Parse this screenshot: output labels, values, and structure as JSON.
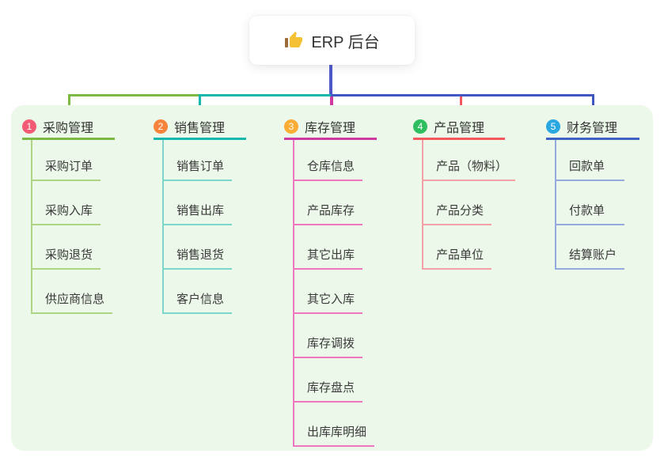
{
  "root": {
    "label": "ERP 后台",
    "icon": "thumbs-up-icon"
  },
  "connectors": {
    "root_line_color": "#4E57C6",
    "segment_colors": [
      "#7CBA43",
      "#14B7AD",
      "#4157C0"
    ]
  },
  "panel": {
    "background_color": "#ECF8E9"
  },
  "branches": [
    {
      "badge": "1",
      "badge_color": "#F25B73",
      "line_color": "#7CBA43",
      "child_line_color": "#AED584",
      "title": "采购管理",
      "children": [
        "采购订单",
        "采购入库",
        "采购退货",
        "供应商信息"
      ]
    },
    {
      "badge": "2",
      "badge_color": "#F8833B",
      "line_color": "#14B7AD",
      "child_line_color": "#7DD5CB",
      "title": "销售管理",
      "children": [
        "销售订单",
        "销售出库",
        "销售退货",
        "客户信息"
      ]
    },
    {
      "badge": "3",
      "badge_color": "#FBAC33",
      "line_color": "#CF39A1",
      "child_line_color": "#EF77BF",
      "title": "库存管理",
      "children": [
        "仓库信息",
        "产品库存",
        "其它出库",
        "其它入库",
        "库存调拨",
        "库存盘点",
        "出库库明细"
      ]
    },
    {
      "badge": "4",
      "badge_color": "#2FBE5F",
      "line_color": "#F4585E",
      "child_line_color": "#F5A0A4",
      "title": "产品管理",
      "children": [
        "产品（物料）",
        "产品分类",
        "产品单位"
      ]
    },
    {
      "badge": "5",
      "badge_color": "#29A7E1",
      "line_color": "#3E63C4",
      "child_line_color": "#94A9DD",
      "title": "财务管理",
      "children": [
        "回款单",
        "付款单",
        "结算账户"
      ]
    }
  ]
}
